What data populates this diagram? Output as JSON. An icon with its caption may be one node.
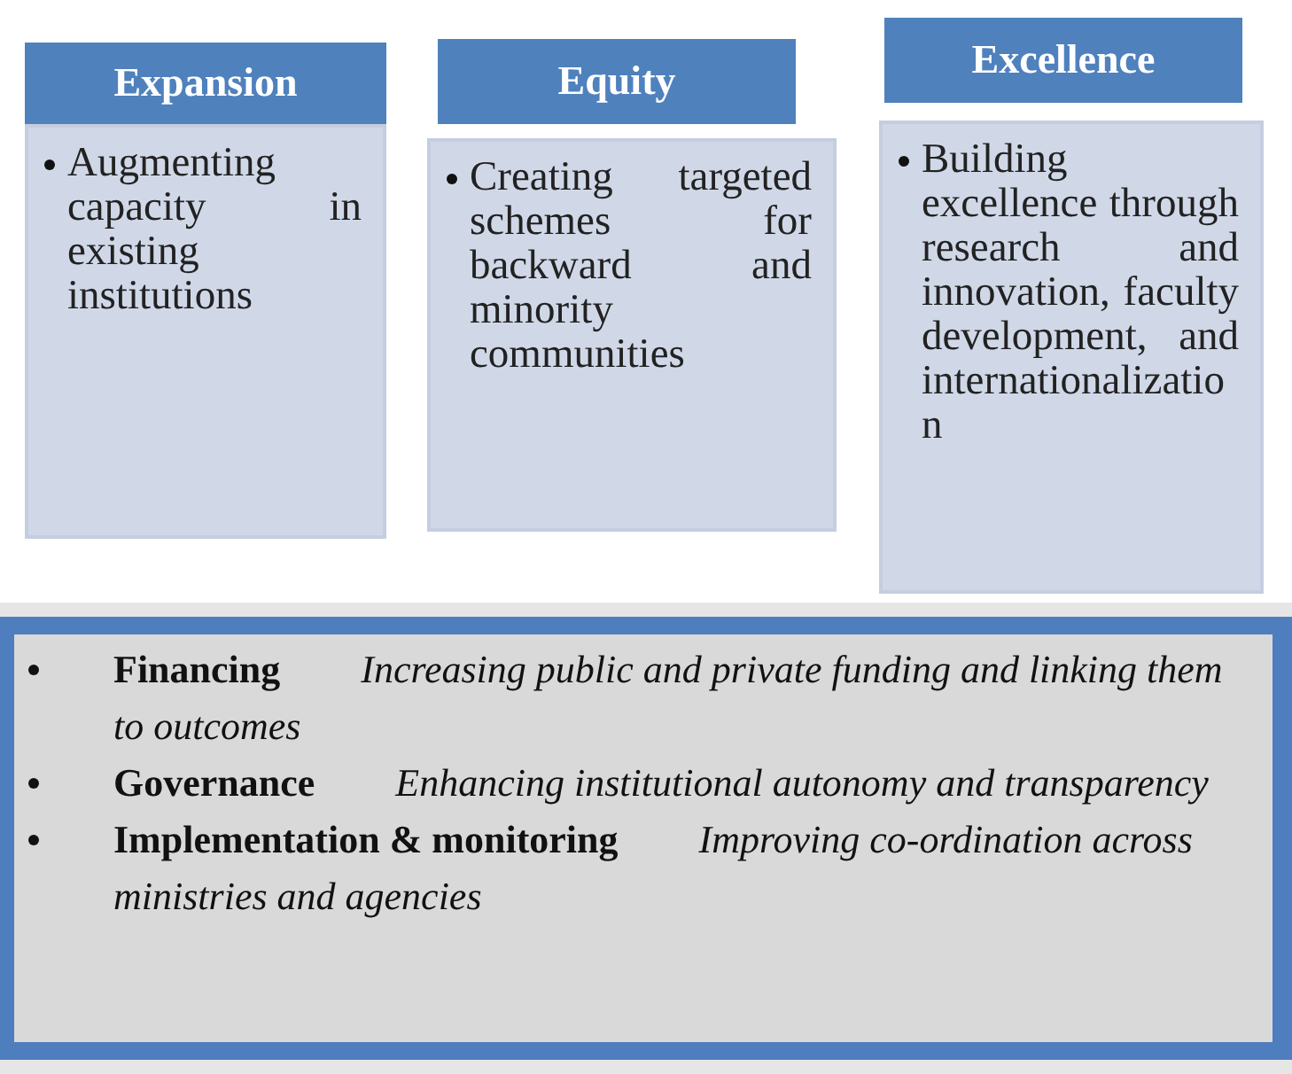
{
  "diagram": {
    "nodes": [
      {
        "text": [
          "Expansion"
        ]
      },
      {
        "text": [
          "Augmenting capacity in existing institutions"
        ]
      },
      {
        "text": [
          "Equity"
        ]
      },
      {
        "text": [
          "Creating targeted schemes for backward and minority communities"
        ]
      },
      {
        "text": [
          "Excellence"
        ]
      },
      {
        "text": [
          "Building excellence through research and innovation, faculty development, and internationalization"
        ]
      },
      {
        "text": [
          "**Financing** *Increasing public and private funding and linking them to outcomes*",
          "**Governance** *Enhancing institutional autonomy and transparency*",
          "**Implementation & monitoring** *Improving co-ordination across ministries and agencies*"
        ]
      }
    ]
  }
}
